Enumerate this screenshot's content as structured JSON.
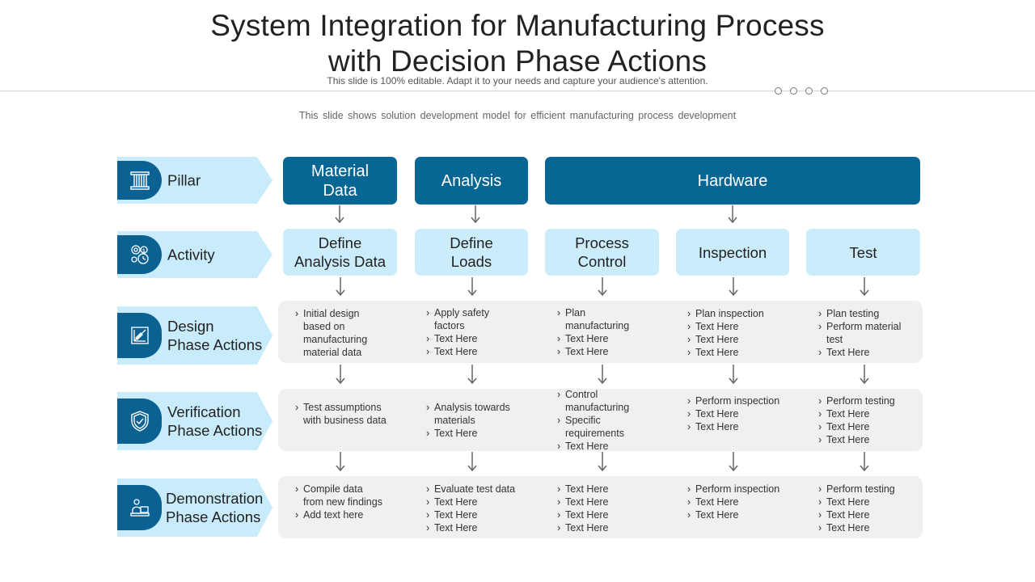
{
  "header": {
    "title_line1": "System Integration for Manufacturing Process",
    "title_line2": "with Decision Phase Actions",
    "subtitle": "This slide is 100% editable. Adapt it to your needs and capture your audience's attention.",
    "description": "This slide shows solution development  model for efficient manufacturing  process development"
  },
  "rows": {
    "pillar": {
      "label": "Pillar",
      "icon": "pillar-icon"
    },
    "activity": {
      "label": "Activity",
      "icon": "gears-dollar-icon"
    },
    "design": {
      "label_line1": "Design",
      "label_line2": "Phase Actions",
      "icon": "design-ruler-icon"
    },
    "verification": {
      "label_line1": "Verification",
      "label_line2": "Phase Actions",
      "icon": "shield-check-icon"
    },
    "demonstration": {
      "label_line1": "Demonstration",
      "label_line2": "Phase Actions",
      "icon": "presenter-icon"
    }
  },
  "pillars": {
    "material_data_line1": "Material",
    "material_data_line2": "Data",
    "analysis": "Analysis",
    "hardware": "Hardware"
  },
  "activities": {
    "a1_line1": "Define",
    "a1_line2": "Analysis Data",
    "a2_line1": "Define",
    "a2_line2": "Loads",
    "a3_line1": "Process",
    "a3_line2": "Control",
    "a4": "Inspection",
    "a5": "Test"
  },
  "design_actions": {
    "c1": [
      "Initial design based on manufacturing material data"
    ],
    "c2": [
      "Apply safety factors",
      "Text Here",
      "Text Here"
    ],
    "c3": [
      "Plan manufacturing",
      "Text Here",
      "Text Here"
    ],
    "c4": [
      "Plan inspection",
      "Text Here",
      "Text Here",
      "Text Here"
    ],
    "c5": [
      "Plan testing",
      "Perform material test",
      "Text Here"
    ]
  },
  "verification_actions": {
    "c1": [
      "Test assumptions with business data"
    ],
    "c2": [
      "Analysis towards materials",
      "Text Here"
    ],
    "c3": [
      "Control manufacturing",
      "Specific requirements",
      "Text Here"
    ],
    "c4": [
      "Perform inspection",
      "Text Here",
      "Text Here"
    ],
    "c5": [
      "Perform testing",
      "Text Here",
      "Text Here",
      "Text Here"
    ]
  },
  "demonstration_actions": {
    "c1": [
      "Compile data from new findings",
      "Add text here"
    ],
    "c2": [
      "Evaluate test data",
      "Text Here",
      "Text Here",
      "Text Here"
    ],
    "c3": [
      "Text Here",
      "Text Here",
      "Text Here",
      "Text Here"
    ],
    "c4": [
      "Perform inspection",
      "Text Here",
      "Text Here"
    ],
    "c5": [
      "Perform testing",
      "Text Here",
      "Text Here",
      "Text Here"
    ]
  },
  "colors": {
    "dark_blue": "#086695",
    "light_blue": "#cbecfa",
    "panel_gray": "#f0f0f0"
  }
}
